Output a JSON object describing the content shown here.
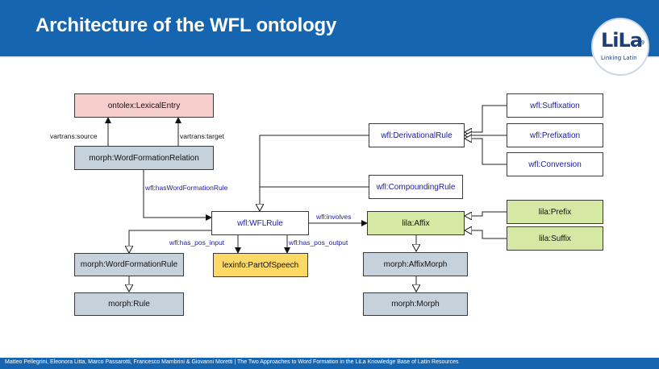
{
  "slide": {
    "title": "Architecture of the WFL ontology",
    "logo": {
      "text": "LiLa",
      "subtitle": "Linking Latin",
      "page_number": "19"
    },
    "footer": "Matteo Pellegrini, Eleonora Litta, Marco Passarotti, Francesco Mambrini & Giovanni Moretti | The Two Approaches to Word Formation in the LiLa Knowledge Base of Latin Resources"
  },
  "diagram": {
    "nodes": {
      "lexical_entry": "ontolex:LexicalEntry",
      "word_formation_relation": "morph:WordFormationRelation",
      "derivational_rule": "wfl:DerivationalRule",
      "suffixation": "wfl:Suffixation",
      "prefixation": "wfl:Prefixation",
      "conversion": "wfl:Conversion",
      "compounding_rule": "wfl:CompoundingRule",
      "wfl_rule": "wfl:WFLRule",
      "affix": "lila:Affix",
      "prefix": "lila:Prefix",
      "suffix": "lila:Suffix",
      "word_formation_rule": "morph:WordFormationRule",
      "rule": "morph:Rule",
      "part_of_speech": "lexinfo:PartOfSpeech",
      "affix_morph": "morph:AffixMorph",
      "morph": "morph:Morph"
    },
    "edge_labels": {
      "vartrans_source": "vartrans:source",
      "vartrans_target": "vartrans:target",
      "has_word_formation_rule": "wfl:hasWordFormationRule",
      "involves": "wfl:involves",
      "has_pos_input": "wfl:has_pos_input",
      "has_pos_output": "wfl:has_pos_output"
    },
    "colors": {
      "header": "#1565b0",
      "pink": "#f8cecc",
      "gray": "#c5d2dc",
      "green": "#d5e8a4",
      "yellow": "#ffd966",
      "label_blue": "#1a1aa6"
    }
  }
}
